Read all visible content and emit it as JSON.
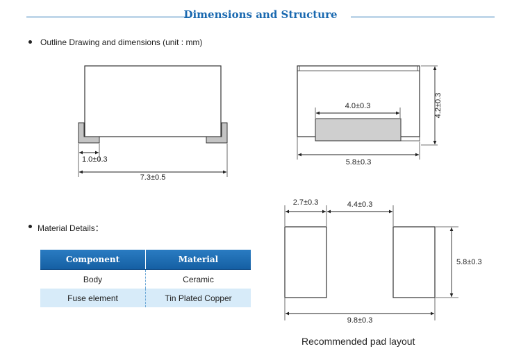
{
  "header": {
    "title": "Dimensions and Structure"
  },
  "outline": {
    "heading": "Outline Drawing and dimensions (unit : mm)",
    "side_view": {
      "terminal_width": "1.0±0.3",
      "overall_length": "7.3±0.5"
    },
    "end_view": {
      "element_width": "4.0±0.3",
      "height": "4.2±0.3",
      "width": "5.8±0.3"
    }
  },
  "materials": {
    "heading": "Material Details：",
    "columns": [
      "Component",
      "Material"
    ],
    "rows": [
      {
        "component": "Body",
        "material": "Ceramic"
      },
      {
        "component": "Fuse element",
        "material": "Tin Plated Copper"
      }
    ]
  },
  "pad_layout": {
    "pad_width": "2.7±0.3",
    "pad_gap": "4.4±0.3",
    "pad_height": "5.8±0.3",
    "overall_width": "9.8±0.3",
    "caption": "Recommended pad layout"
  },
  "colors": {
    "accent": "#1a69b0",
    "table_header": "#1f6fb2",
    "table_row_alt": "#d7ebf9",
    "element_fill": "#cfcfcf",
    "terminal_fill": "#c4c4c4"
  }
}
